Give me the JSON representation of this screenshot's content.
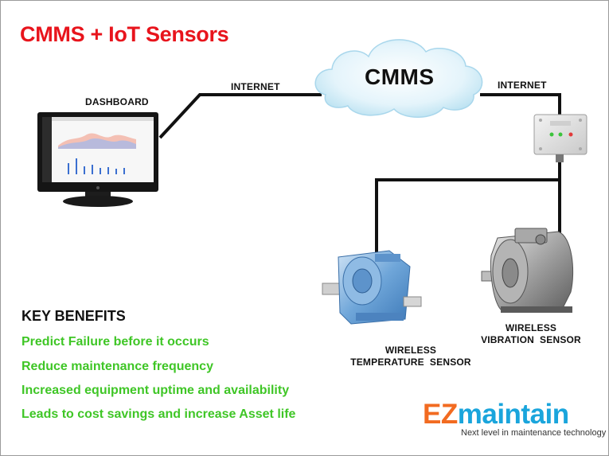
{
  "title": "CMMS + IoT Sensors",
  "labels": {
    "dashboard": "DASHBOARD",
    "internet_left": "INTERNET",
    "internet_right": "INTERNET",
    "cmms": "CMMS",
    "temp_sensor": [
      "WIRELESS",
      "TEMPERATURE  SENSOR"
    ],
    "vib_sensor": [
      "WIRELESS",
      "VIBRATION  SENSOR"
    ]
  },
  "benefits": {
    "heading": "KEY BENEFITS",
    "items": [
      "Predict Failure before it occurs",
      "Reduce maintenance frequency",
      "Increased equipment uptime and availability",
      "Leads to cost savings and increase Asset life"
    ]
  },
  "brand": {
    "logo_ez": "EZ",
    "logo_rest": "maintain",
    "tagline": "Next level in maintenance technology"
  },
  "colors": {
    "title": "#e8141c",
    "benefit": "#3fc626",
    "logo_orange": "#f26b21",
    "logo_blue": "#1aa5dc"
  }
}
